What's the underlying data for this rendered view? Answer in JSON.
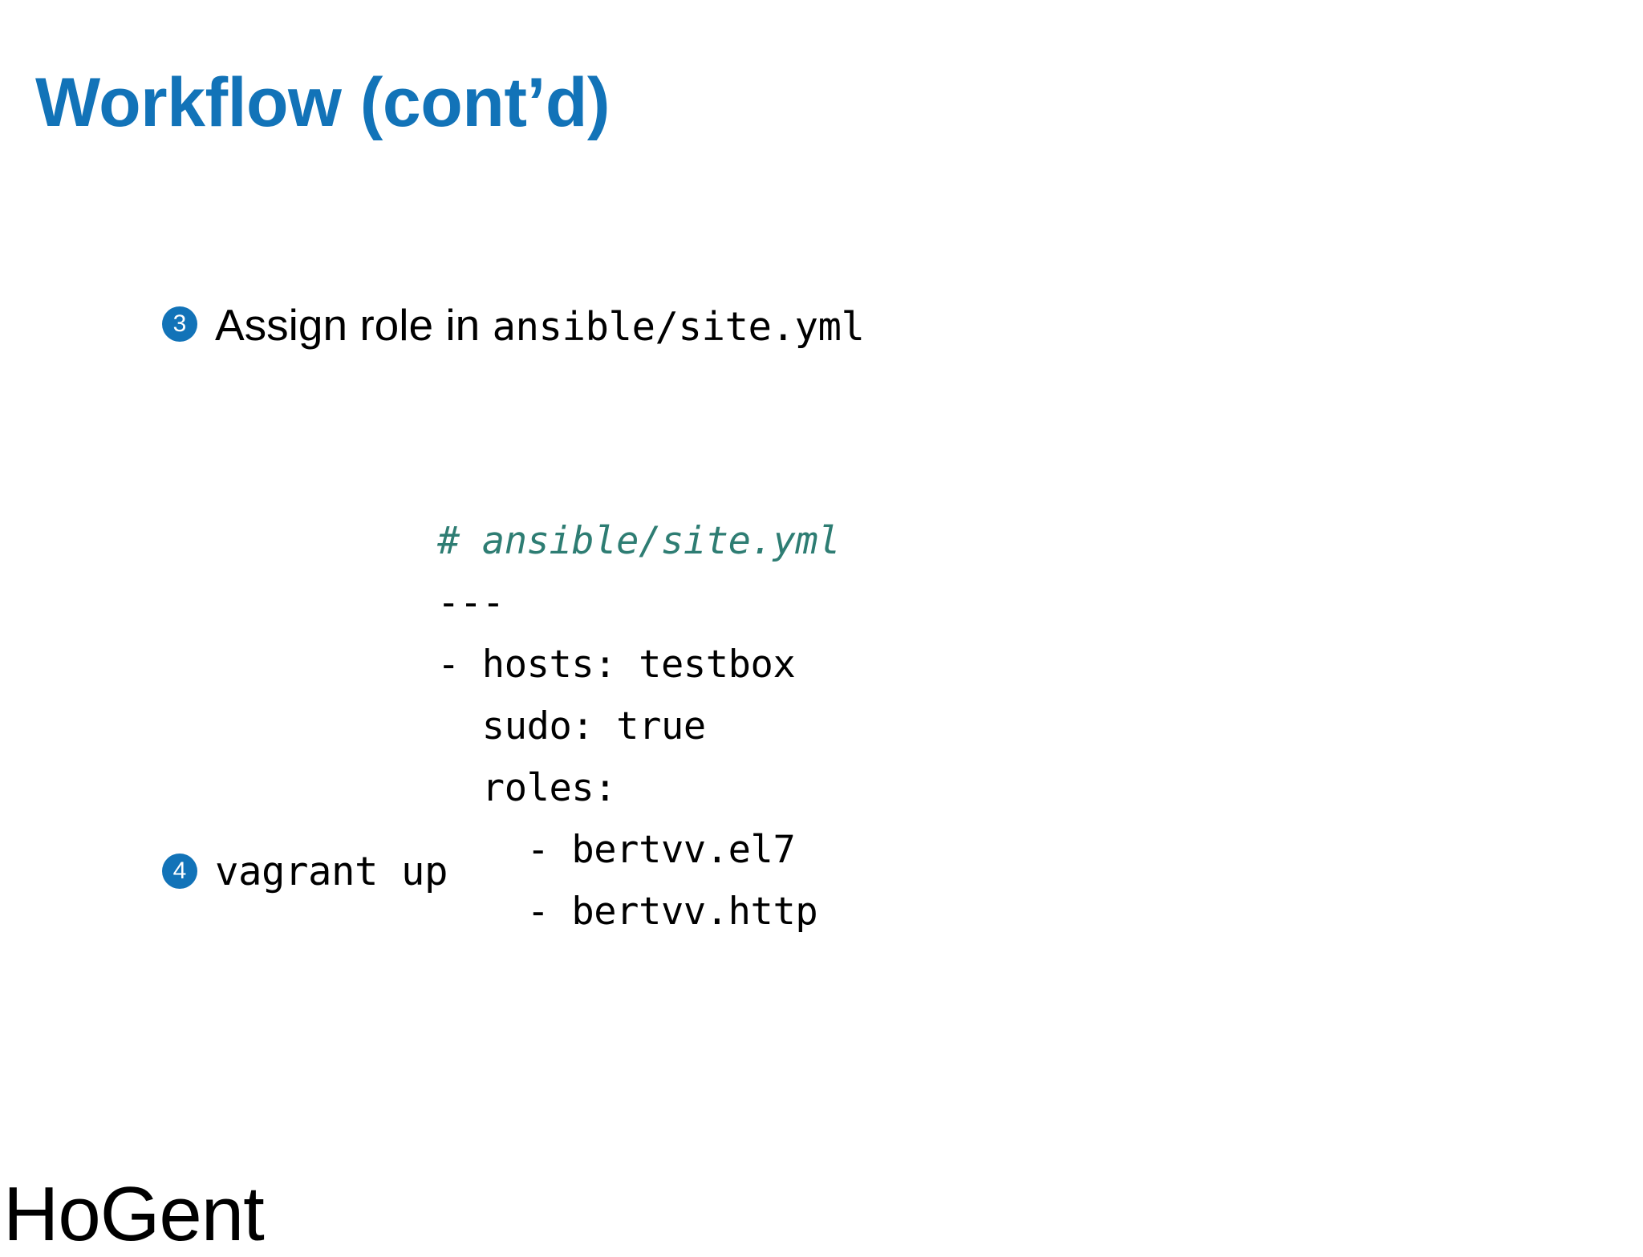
{
  "slide": {
    "title": "Workflow (cont’d)",
    "title_color": "#1273b8",
    "background_color": "#ffffff",
    "body_text_color": "#000000"
  },
  "steps": [
    {
      "number": "3",
      "badge_color": "#1273b8",
      "text_prefix": "Assign role in ",
      "code_inline": "ansible/site.yml"
    },
    {
      "number": "4",
      "badge_color": "#1273b8",
      "command": "vagrant up"
    }
  ],
  "code_block": {
    "comment_color": "#2e7d73",
    "lines": [
      "# ansible/site.yml",
      "---",
      "- hosts: testbox",
      "  sudo: true",
      "  roles:",
      "    - bertvv.el7",
      "    - bertvv.http"
    ],
    "comment_line": "# ansible/site.yml",
    "line_dashes": "---",
    "line_hosts": "- hosts: testbox",
    "line_sudo": "  sudo: true",
    "line_roles": "  roles:",
    "line_role1": "    - bertvv.el7",
    "line_role2": "    - bertvv.http"
  },
  "footer": {
    "logo_text": "HoGent"
  }
}
